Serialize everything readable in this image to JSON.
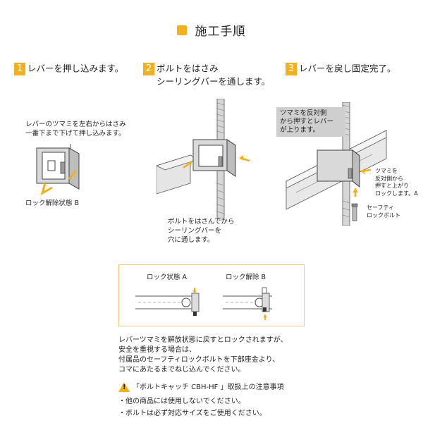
{
  "header": {
    "title": "施工手順"
  },
  "steps": [
    {
      "num": "1",
      "label": "レバーを押し込みます。"
    },
    {
      "num": "2",
      "label_line1": "ボルトをはさみ",
      "label_line2": "シーリングバーを通します。"
    },
    {
      "num": "3",
      "label": "レバーを戻し固定完了。"
    }
  ],
  "step1": {
    "caption_line1": "レバーのツマミを左右からはさみ",
    "caption_line2": "一番下まで下げて押し込みます。",
    "state_label": "ロック解除状態 B"
  },
  "step2": {
    "caption_line1": "ボルトをはさんでから",
    "caption_line2": "シーリングバーを",
    "caption_line3": "穴に通します。"
  },
  "step3": {
    "callout_line1": "ツマミを反対側",
    "callout_line2": "から押すとレバー",
    "callout_line3": "が上ります。",
    "side_line1": "ツマミを",
    "side_line2": "反対側から",
    "side_line3": "押すと上がり",
    "side_line4": "ロックします。A",
    "bolt_line1": "セーフティ",
    "bolt_line2": "ロックボルト"
  },
  "lock_box": {
    "lock_a": "ロック状態 A",
    "lock_b": "ロック解除 B"
  },
  "notes": {
    "line1": "レバーツマミを解放状態に戻すとロックされますが、",
    "line2": "安全を重視する場合は、",
    "line3": "付属品のセーフティロックボルトを下部座金より、",
    "line4": "コマにあたるまでねじ込んでください。"
  },
  "warning": {
    "title": "「ボルトキャッチ CBH-HF 」取扱上の注意事項",
    "item1": "・他の商品には使用しないでください。",
    "item2": "・ボルトは必ず対応サイズをご使用ください。"
  },
  "colors": {
    "accent": "#f2b01e",
    "box_border": "#f2c774",
    "callout_bg": "#cfcfcf"
  }
}
